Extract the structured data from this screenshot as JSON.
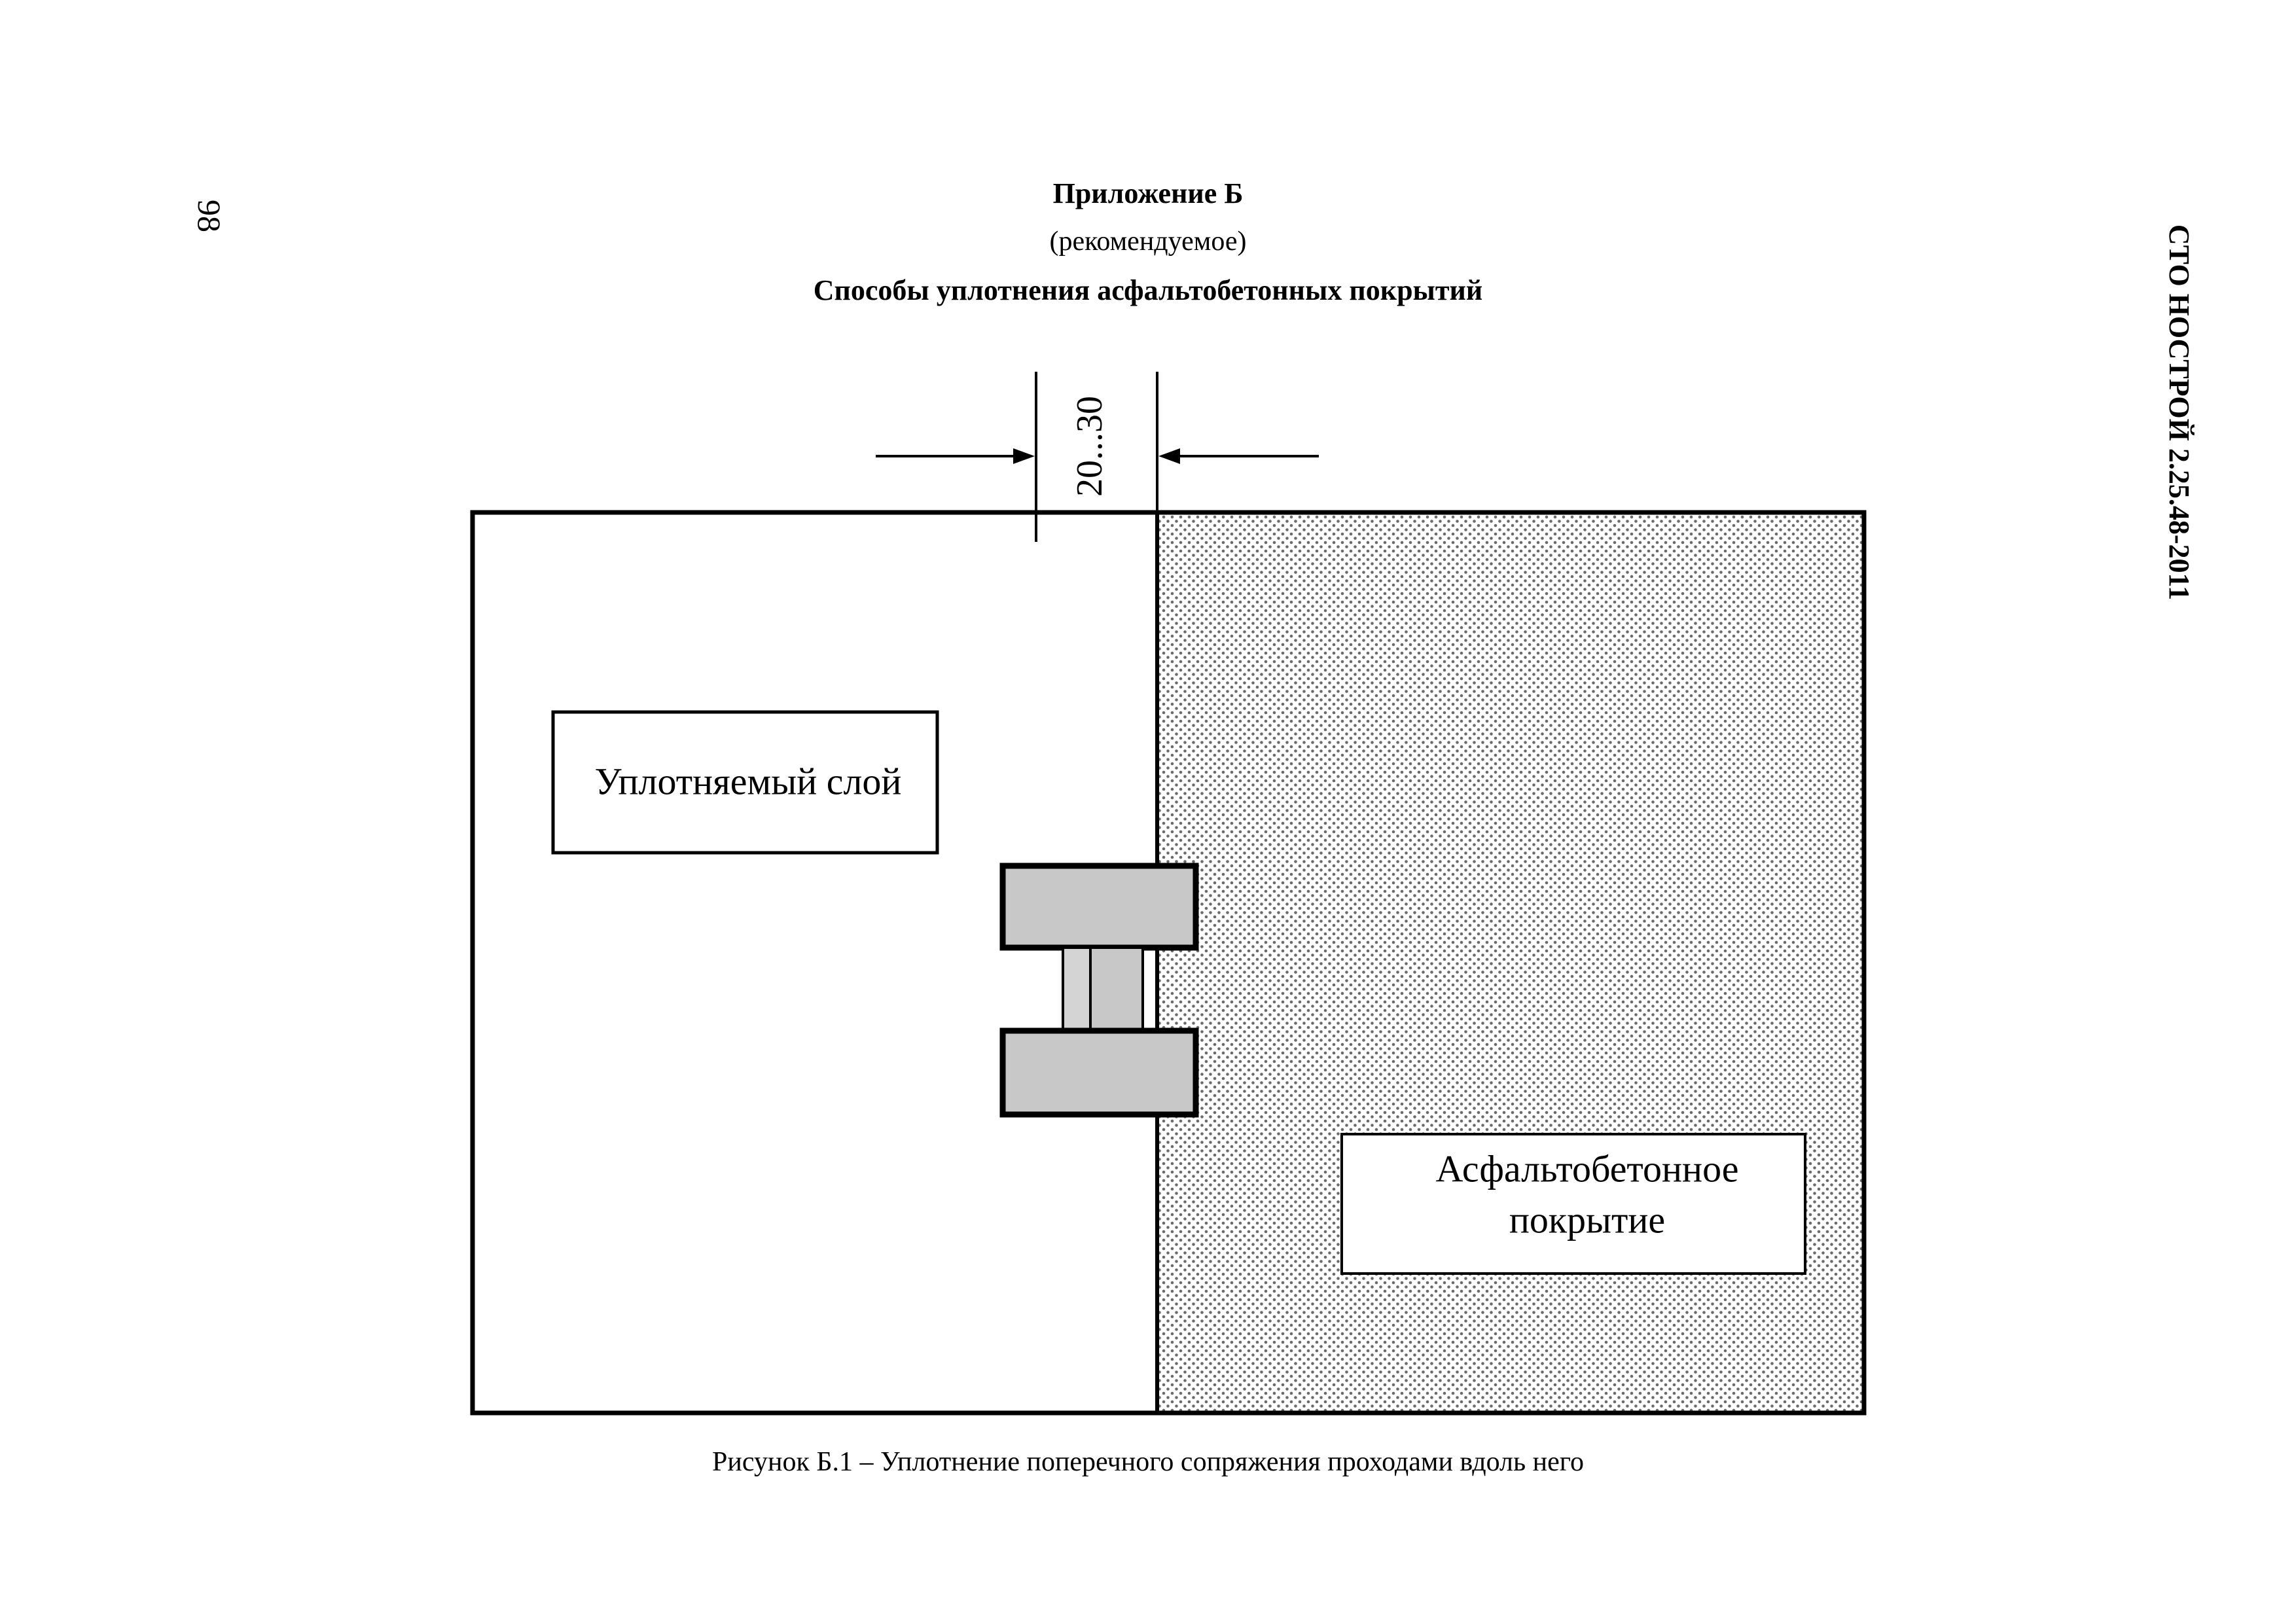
{
  "page_number": "98",
  "side_header": "СТО НОСТРОЙ 2.25.48-2011",
  "appendix": {
    "title": "Приложение Б",
    "subtitle": "(рекомендуемое)",
    "section_title": "Способы уплотнения асфальтобетонных покрытий"
  },
  "figure": {
    "dimension_label": "20...30",
    "compacted_layer_label": "Уплотняемый слой",
    "asphalt_label_line1": "Асфальтобетонное",
    "asphalt_label_line2": "покрытие",
    "caption": "Рисунок Б.1 – Уплотнение поперечного сопряжения проходами вдоль него"
  }
}
